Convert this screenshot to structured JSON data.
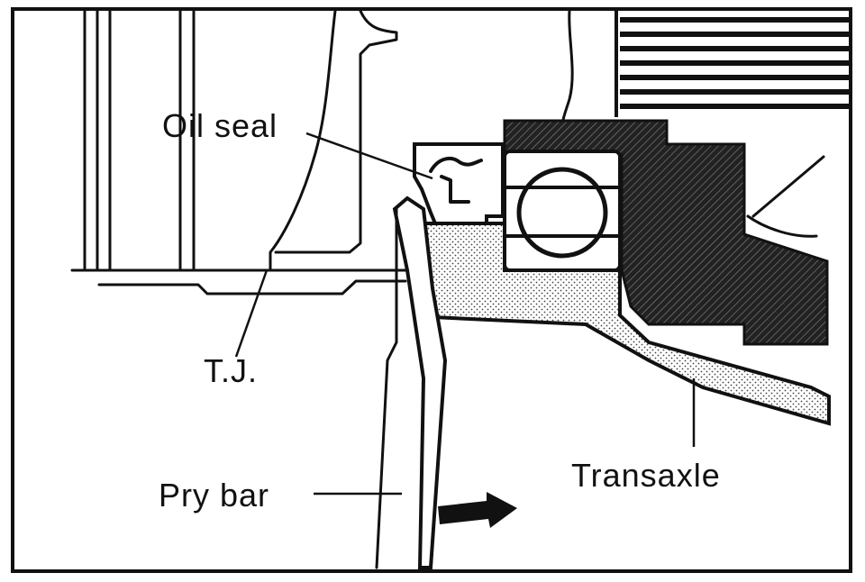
{
  "labels": {
    "oil_seal": "Oil seal",
    "tj": "T.J.",
    "pry_bar": "Pry bar",
    "transaxle": "Transaxle"
  },
  "colors": {
    "ink": "#111111",
    "paper": "#ffffff",
    "stipple": "#bdbdbd"
  },
  "icons": {
    "motion_arrow": "right-arrow-icon"
  }
}
